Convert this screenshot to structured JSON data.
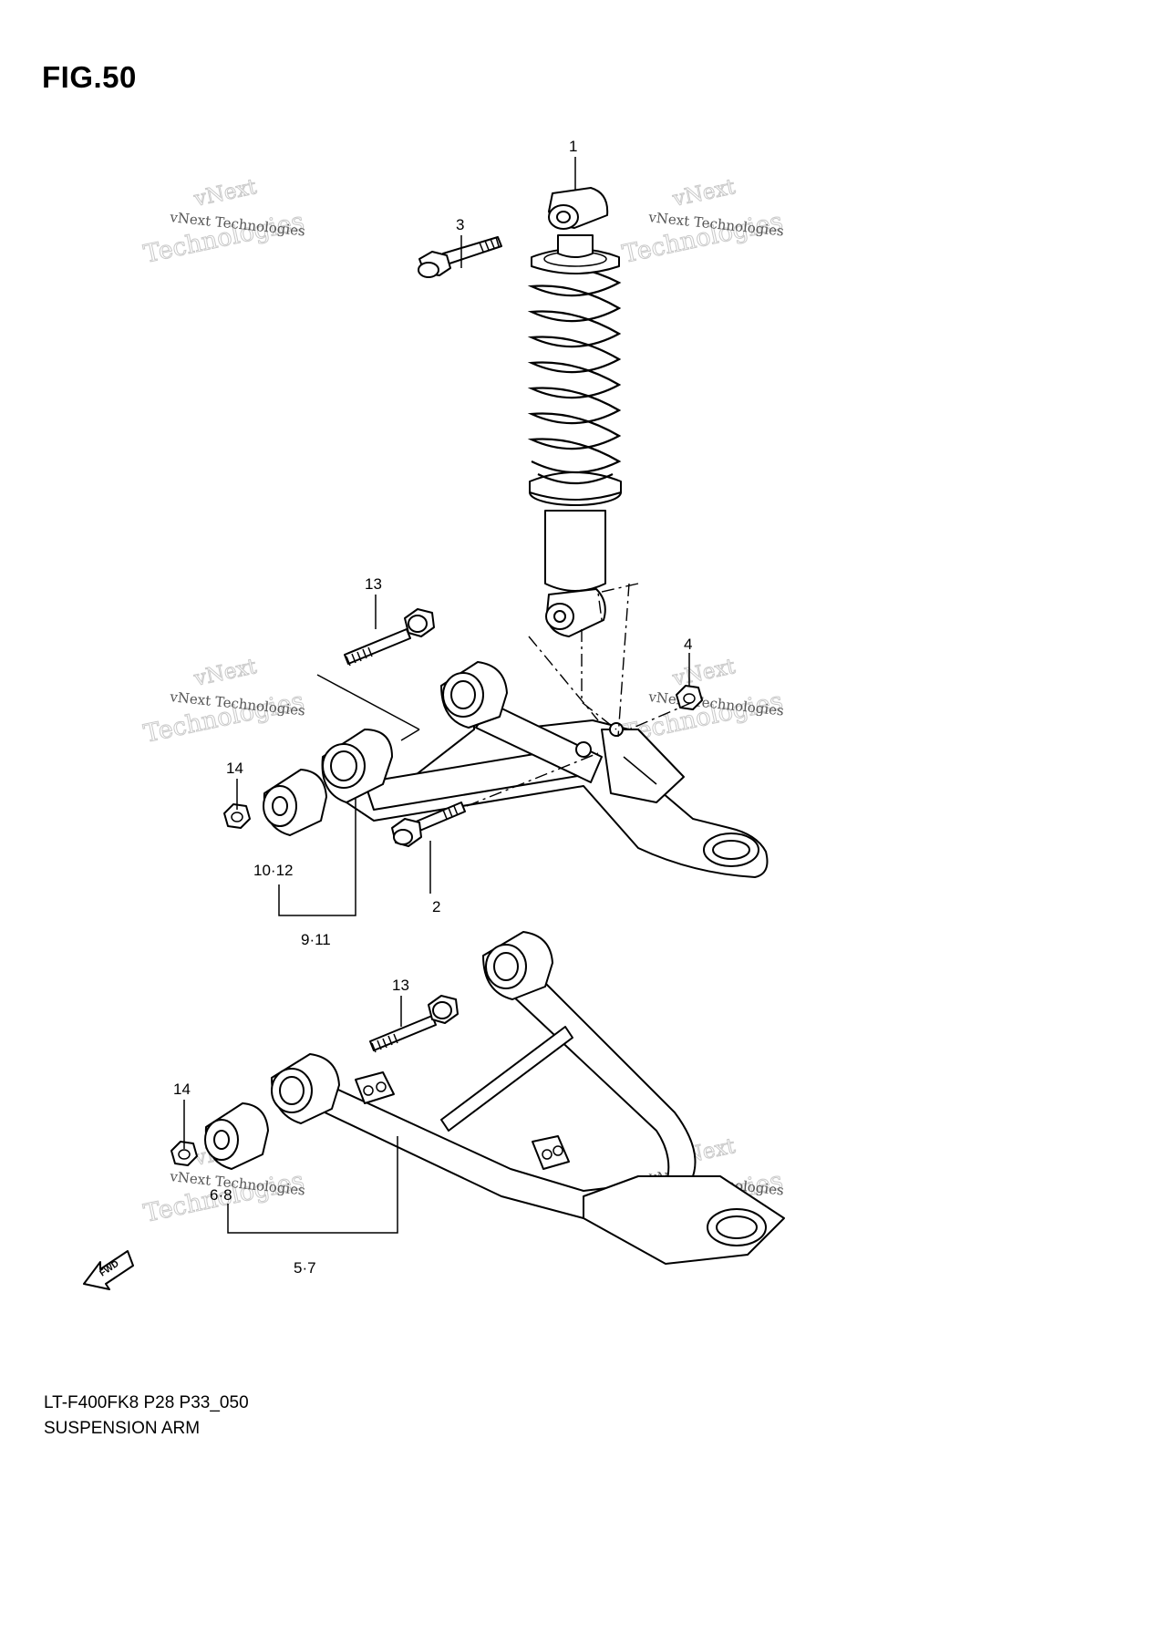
{
  "figure": {
    "title": "FIG.50"
  },
  "model_code": "LT-F400FK8 P28 P33_050",
  "section_name": "SUSPENSION ARM",
  "watermark": {
    "line1": "vNext Technologies",
    "line2": "vNext",
    "line3": "Technologies"
  },
  "callouts": {
    "c1": "1",
    "c2": "2",
    "c3": "3",
    "c4": "4",
    "c13a": "13",
    "c13b": "13",
    "c14a": "14",
    "c14b": "14",
    "c10_12": "10·12",
    "c9_11": "9·11",
    "c6_8": "6·8",
    "c5_7": "5·7"
  },
  "fwd_label": "FWD"
}
